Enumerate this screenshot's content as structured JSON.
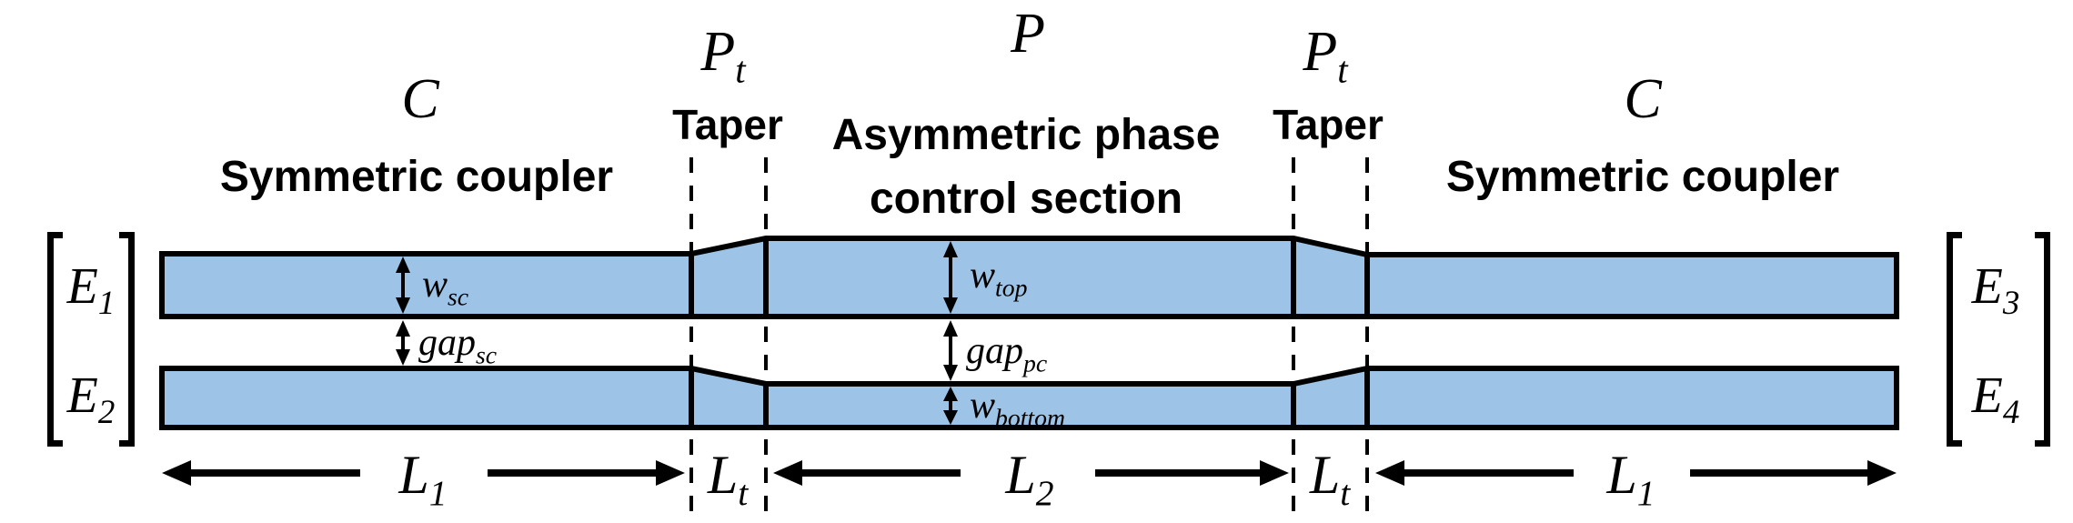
{
  "colors": {
    "waveguide_fill": "#9DC3E6",
    "outline": "#000000",
    "background": "#FFFFFF"
  },
  "sections": [
    {
      "id": "symmetric-coupler-left",
      "symbol": {
        "base": "C",
        "sub": ""
      },
      "title_lines": [
        "Symmetric coupler"
      ]
    },
    {
      "id": "taper-left",
      "symbol": {
        "base": "P",
        "sub": "t"
      },
      "title_lines": [
        "Taper"
      ]
    },
    {
      "id": "phase-control",
      "symbol": {
        "base": "P",
        "sub": ""
      },
      "title_lines": [
        "Asymmetric phase",
        "control section"
      ]
    },
    {
      "id": "taper-right",
      "symbol": {
        "base": "P",
        "sub": "t"
      },
      "title_lines": [
        "Taper"
      ]
    },
    {
      "id": "symmetric-coupler-right",
      "symbol": {
        "base": "C",
        "sub": ""
      },
      "title_lines": [
        "Symmetric coupler"
      ]
    }
  ],
  "ports": {
    "input_vector": [
      {
        "base": "E",
        "sub": "1"
      },
      {
        "base": "E",
        "sub": "2"
      }
    ],
    "output_vector": [
      {
        "base": "E",
        "sub": "3"
      },
      {
        "base": "E",
        "sub": "4"
      }
    ]
  },
  "cross_section_dims": [
    {
      "id": "w-sc",
      "base": "w",
      "sub": "sc"
    },
    {
      "id": "gap-sc",
      "base": "gap",
      "sub": "sc"
    },
    {
      "id": "w-top",
      "base": "w",
      "sub": "top"
    },
    {
      "id": "gap-pc",
      "base": "gap",
      "sub": "pc"
    },
    {
      "id": "w-bottom",
      "base": "w",
      "sub": "bottom"
    }
  ],
  "length_dims": [
    {
      "id": "L1-left",
      "base": "L",
      "sub": "1"
    },
    {
      "id": "Lt-left",
      "base": "L",
      "sub": "t"
    },
    {
      "id": "L2",
      "base": "L",
      "sub": "2"
    },
    {
      "id": "Lt-right",
      "base": "L",
      "sub": "t"
    },
    {
      "id": "L1-right",
      "base": "L",
      "sub": "1"
    }
  ]
}
